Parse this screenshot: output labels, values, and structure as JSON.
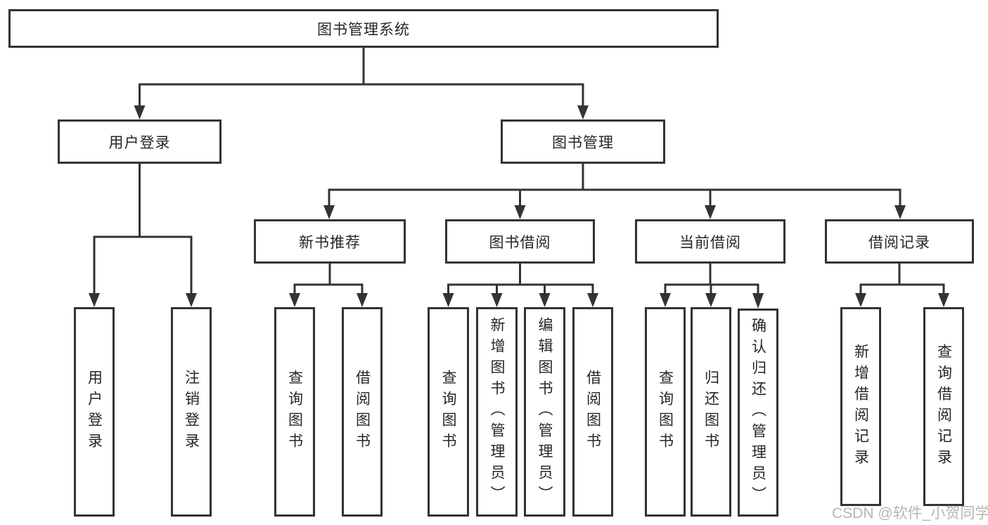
{
  "tree": {
    "root": "图书管理系统",
    "login": {
      "label": "用户登录",
      "leaves": [
        "用户登录",
        "注销登录"
      ]
    },
    "management": {
      "label": "图书管理"
    },
    "modules": [
      {
        "label": "新书推荐",
        "leaves": [
          "查询图书",
          "借阅图书"
        ]
      },
      {
        "label": "图书借阅",
        "leaves": [
          "查询图书",
          "新增图书（管理员）",
          "编辑图书（管理员）",
          "借阅图书"
        ]
      },
      {
        "label": "当前借阅",
        "leaves": [
          "查询图书",
          "归还图书",
          "确认归还（管理员）"
        ]
      },
      {
        "label": "借阅记录",
        "leaves": [
          "新增借阅记录",
          "查询借阅记录"
        ]
      }
    ]
  },
  "watermark": "CSDN @软件_小贺同学",
  "colors": {
    "line": "#333333",
    "border": "#333333",
    "text": "#262626",
    "watermark": "#b5b5b5",
    "background": "#ffffff"
  }
}
